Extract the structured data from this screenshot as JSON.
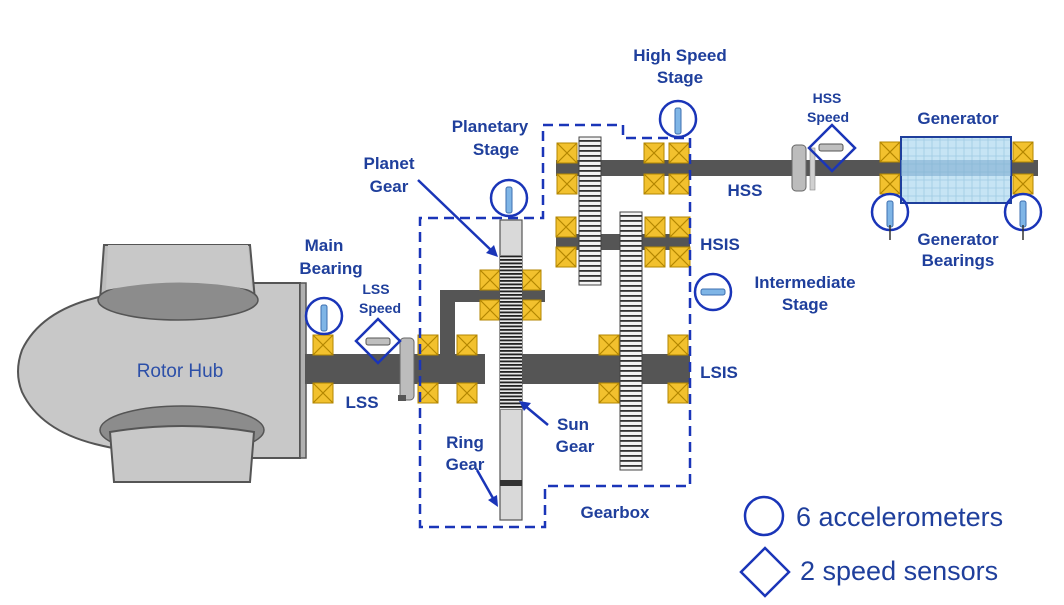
{
  "labels": {
    "rotor_hub": "Rotor Hub",
    "main_bearing": [
      "Main",
      "Bearing"
    ],
    "lss_speed": [
      "LSS",
      "Speed"
    ],
    "lss": "LSS",
    "planet_gear": [
      "Planet",
      "Gear"
    ],
    "planetary_stage": [
      "Planetary",
      "Stage"
    ],
    "ring_gear": [
      "Ring",
      "Gear"
    ],
    "sun_gear": [
      "Sun",
      "Gear"
    ],
    "gearbox": "Gearbox",
    "high_speed_stage": [
      "High Speed",
      "Stage"
    ],
    "hss_speed": [
      "HSS",
      "Speed"
    ],
    "hss": "HSS",
    "hsis": "HSIS",
    "intermediate_stage": [
      "Intermediate",
      "Stage"
    ],
    "lsis": "LSIS",
    "generator": "Generator",
    "generator_bearings": [
      "Generator",
      "Bearings"
    ]
  },
  "legend": {
    "accelerometers": "6 accelerometers",
    "speed_sensors": "2 speed sensors"
  },
  "colors": {
    "label_blue": "#1f3f9c",
    "sensor_blue": "#1a35b8",
    "shaft_gray": "#555555",
    "bearing_yellow": "#f2c12e",
    "hub_gray": "#c8c8c8",
    "generator_fill": "#c6e4f4"
  }
}
